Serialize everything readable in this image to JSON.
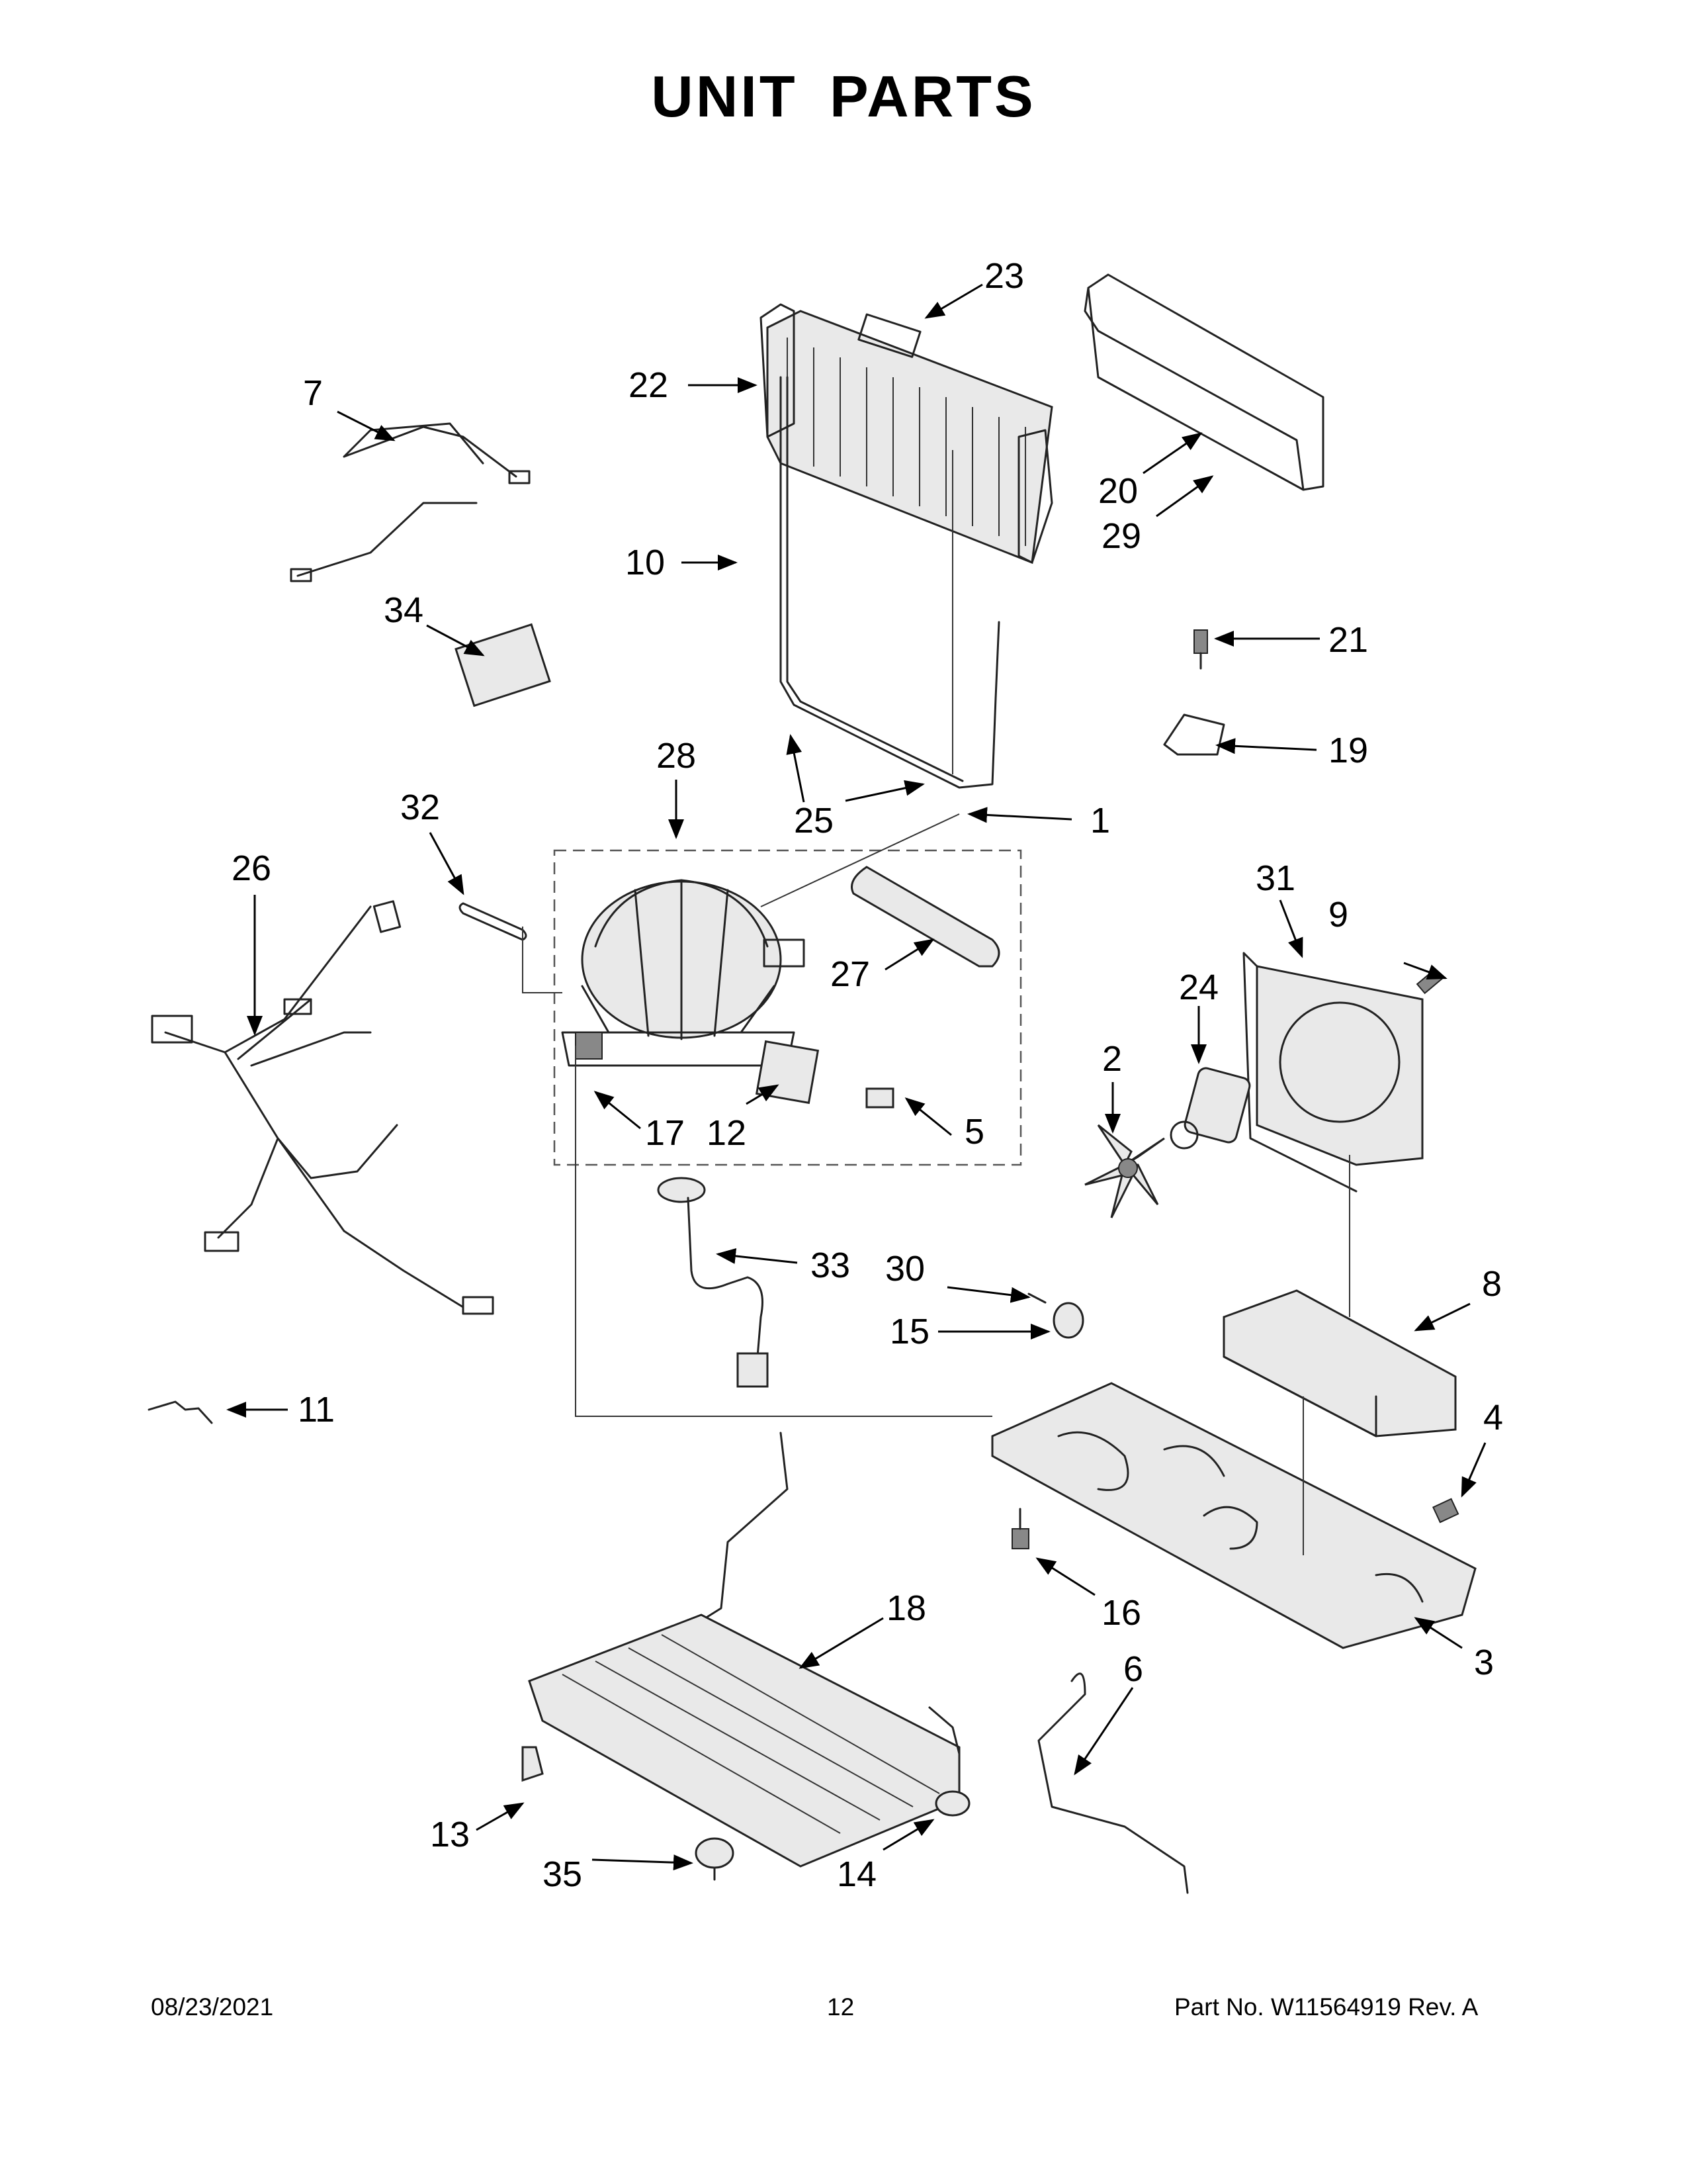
{
  "page": {
    "title": "UNIT PARTS"
  },
  "callouts": [
    "1",
    "2",
    "3",
    "4",
    "5",
    "6",
    "7",
    "8",
    "9",
    "10",
    "11",
    "12",
    "13",
    "14",
    "15",
    "16",
    "17",
    "18",
    "19",
    "20",
    "21",
    "22",
    "23",
    "24",
    "25",
    "26",
    "27",
    "28",
    "29",
    "30",
    "31",
    "32",
    "33",
    "34",
    "35"
  ],
  "footer": {
    "date": "08/23/2021",
    "page_number": "12",
    "part_info": "Part No.  W11564919  Rev.  A"
  }
}
